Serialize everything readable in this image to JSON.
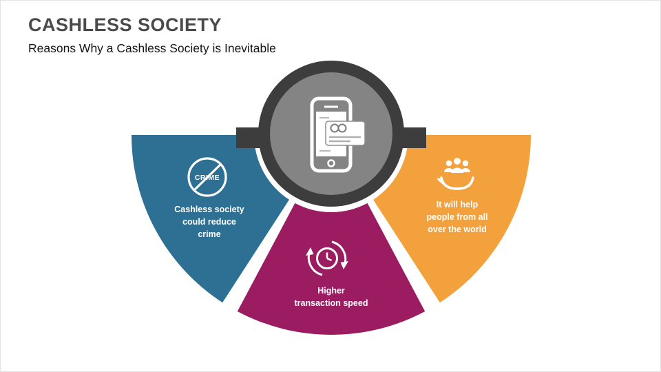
{
  "header": {
    "title": "CASHLESS SOCIETY",
    "subtitle": "Reasons Why a Cashless Society is Inevitable"
  },
  "center": {
    "icon": "mobile-payment-icon"
  },
  "segments": [
    {
      "name": "reduce-crime",
      "color": "#2e7093",
      "icon": "no-crime-icon",
      "icon_label": "CRIME",
      "lines": [
        "Cashless society",
        "could reduce",
        "crime"
      ]
    },
    {
      "name": "transaction-speed",
      "color": "#9b1c60",
      "icon": "transaction-speed-icon",
      "lines": [
        "Higher",
        "transaction speed"
      ]
    },
    {
      "name": "help-world",
      "color": "#f2a13c",
      "icon": "people-hand-icon",
      "lines": [
        "It will help",
        "people from all",
        "over the world"
      ]
    }
  ],
  "theme": {
    "dark": "#3d3d3d",
    "circle_gray": "#848484",
    "background": "#ffffff",
    "title_color": "#4a4a4a"
  }
}
